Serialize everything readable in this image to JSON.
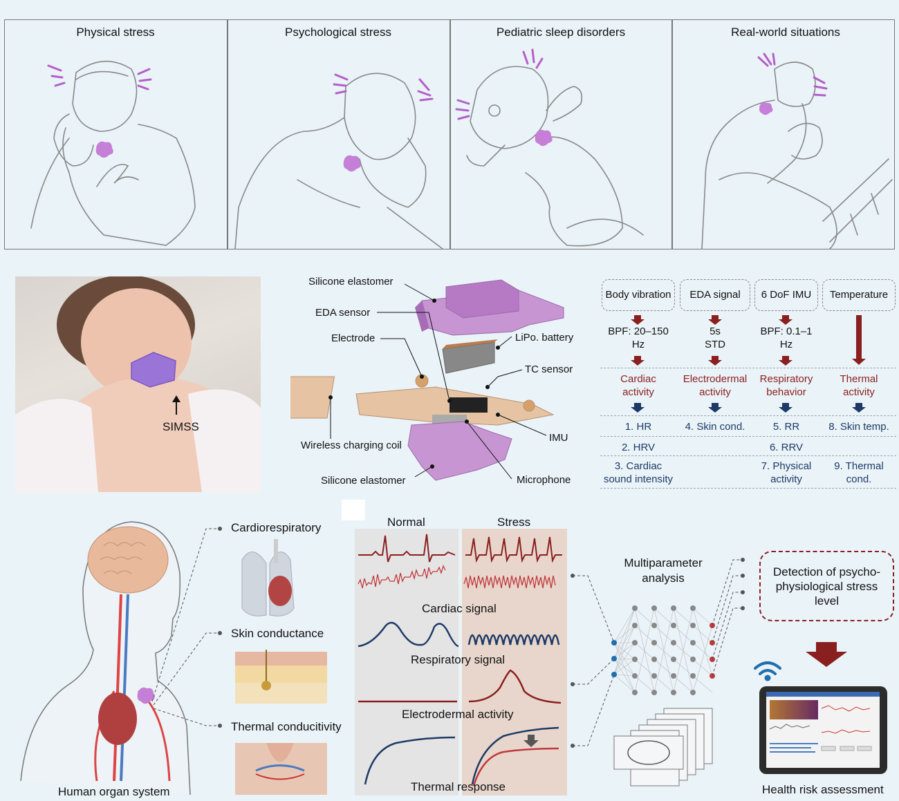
{
  "top_panels": [
    {
      "title": "Physical stress"
    },
    {
      "title": "Psychological stress"
    },
    {
      "title": "Pediatric sleep disorders"
    },
    {
      "title": "Real-world situations"
    }
  ],
  "photo": {
    "device_label": "SIMSS"
  },
  "device_parts": {
    "silicone_top": "Silicone elastomer",
    "eda_sensor": "EDA sensor",
    "electrode": "Electrode",
    "lipo": "LiPo. battery",
    "tc_sensor": "TC sensor",
    "coil": "Wireless charging coil",
    "imu": "IMU",
    "silicone_bottom": "Silicone elastomer",
    "microphone": "Microphone"
  },
  "table": {
    "columns": [
      {
        "header": "Body vibration",
        "filter": "BPF: 20–150 Hz",
        "activity": "Cardiac activity"
      },
      {
        "header": "EDA signal",
        "filter": "5s STD",
        "activity": "Electrodermal activity"
      },
      {
        "header": "6 DoF IMU",
        "filter": "BPF: 0.1–1 Hz",
        "activity": "Respiratory behavior"
      },
      {
        "header": "Temperature",
        "filter": "",
        "activity": "Thermal activity"
      }
    ],
    "rows": [
      [
        "1. HR",
        "4. Skin cond.",
        "5. RR",
        "8. Skin temp."
      ],
      [
        "2. HRV",
        "",
        "6. RRV",
        ""
      ],
      [
        "3. Cardiac sound intensity",
        "",
        "7. Physical activity",
        "9. Thermal cond."
      ]
    ]
  },
  "organ": {
    "cardio": "Cardiorespiratory",
    "skin": "Skin conductance",
    "thermal": "Thermal conducitivity",
    "caption": "Human organ system"
  },
  "signals": {
    "normal": "Normal",
    "stress": "Stress",
    "cardiac": "Cardiac signal",
    "resp": "Respiratory signal",
    "eda": "Electrodermal activity",
    "thermal": "Thermal response"
  },
  "analysis": {
    "title": "Multiparameter analysis",
    "detection": "Detection of psycho-physiological stress level",
    "health": "Health risk assessment"
  },
  "colors": {
    "accent_purple": "#c57fd6",
    "dark_red": "#8a1f1f",
    "navy": "#1d3a66",
    "signal_red": "#c0393b"
  }
}
